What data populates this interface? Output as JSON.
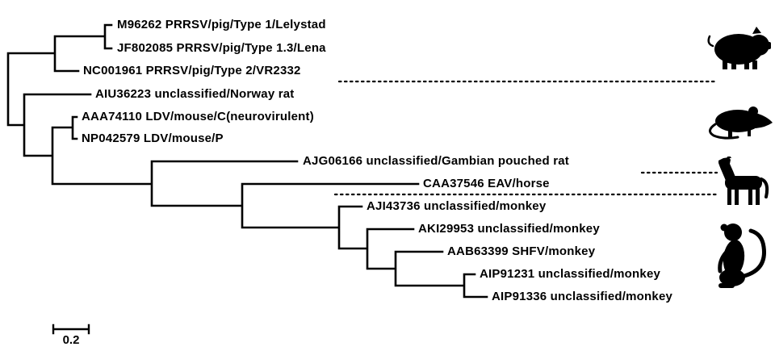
{
  "figure": {
    "type": "phylogenetic-tree",
    "scale_bar_label": "0.2",
    "newick": "(((M96262,JF802085),NC001961),(AIU36223,((AAA74110,NP042579),(AJG06166,(CAA37546,(AJI43736,(AKI29953,(AAB63399,(AIP91231,AIP91336)))))))));"
  },
  "taxa": [
    {
      "id": "M96262",
      "label": "M96262 PRRSV/pig/Type 1/Lelystad"
    },
    {
      "id": "JF802085",
      "label": "JF802085 PRRSV/pig/Type 1.3/Lena"
    },
    {
      "id": "NC001961",
      "label": "NC001961 PRRSV/pig/Type 2/VR2332"
    },
    {
      "id": "AIU36223",
      "label": "AIU36223 unclassified/Norway rat"
    },
    {
      "id": "AAA74110",
      "label": "AAA74110 LDV/mouse/C(neurovirulent)"
    },
    {
      "id": "NP042579",
      "label": "NP042579 LDV/mouse/P"
    },
    {
      "id": "AJG06166",
      "label": "AJG06166 unclassified/Gambian pouched rat"
    },
    {
      "id": "CAA37546",
      "label": "CAA37546 EAV/horse"
    },
    {
      "id": "AJI43736",
      "label": "AJI43736 unclassified/monkey"
    },
    {
      "id": "AKI29953",
      "label": "AKI29953 unclassified/monkey"
    },
    {
      "id": "AAB63399",
      "label": "AAB63399 SHFV/monkey"
    },
    {
      "id": "AIP91231",
      "label": "AIP91231 unclassified/monkey"
    },
    {
      "id": "AIP91336",
      "label": "AIP91336 unclassified/monkey"
    }
  ],
  "host_groups": [
    {
      "host": "pig",
      "icon": "pig-icon",
      "taxa_range": [
        0,
        2
      ]
    },
    {
      "host": "rodent",
      "icon": "rat-icon",
      "taxa_range": [
        3,
        6
      ]
    },
    {
      "host": "horse",
      "icon": "horse-icon",
      "taxa_range": [
        7,
        7
      ]
    },
    {
      "host": "monkey",
      "icon": "monkey-icon",
      "taxa_range": [
        8,
        12
      ]
    }
  ],
  "colors": {
    "line": "#000000",
    "text": "#000000",
    "background": "#ffffff"
  }
}
